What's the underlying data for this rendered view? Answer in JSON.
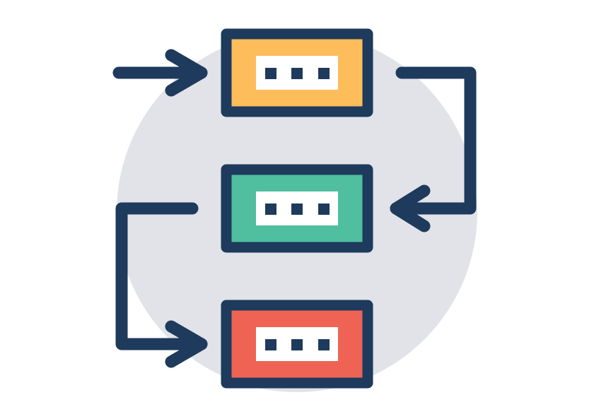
{
  "diagram": {
    "type": "process-flow-icon",
    "colors": {
      "background": "#FFFFFF",
      "circle": "#E1E3E8",
      "stroke": "#1E3A5C",
      "inner_fill": "#FFFFFF",
      "dots": "#1E3A5C"
    },
    "boxes": [
      {
        "id": "box-top",
        "fill": "#FDBD5A"
      },
      {
        "id": "box-middle",
        "fill": "#4FBF9F"
      },
      {
        "id": "box-bottom",
        "fill": "#EF6354"
      }
    ],
    "connectors": [
      {
        "id": "entry-arrow",
        "from": "left",
        "to": "box-top"
      },
      {
        "id": "right-loop-arrow",
        "from": "box-top",
        "to": "box-middle"
      },
      {
        "id": "left-loop-arrow",
        "from": "box-middle",
        "to": "box-bottom"
      }
    ],
    "icons": [
      "ellipsis-icon",
      "ellipsis-icon",
      "ellipsis-icon",
      "arrow-right-icon",
      "arrow-left-icon",
      "arrow-right-icon"
    ]
  }
}
